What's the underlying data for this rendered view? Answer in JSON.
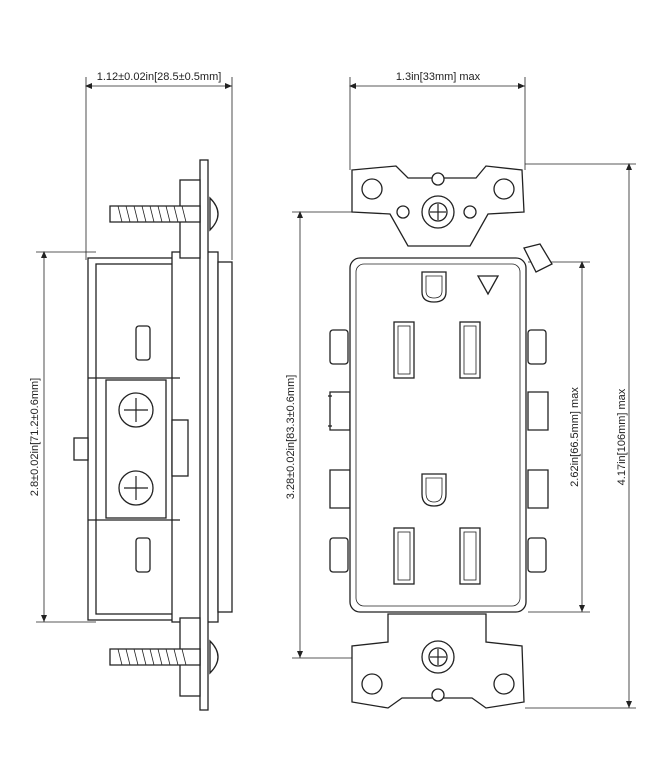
{
  "dimensions": {
    "side_depth": "1.12±0.02in[28.5±0.5mm]",
    "side_height": "2.8±0.02in[71.2±0.6mm]",
    "front_width": "1.3in[33mm] max",
    "front_body_height": "3.28±0.02in[83.3±0.6mm]",
    "front_face_height": "2.62in[66.5mm] max",
    "front_total_height": "4.17in[106mm] max"
  }
}
